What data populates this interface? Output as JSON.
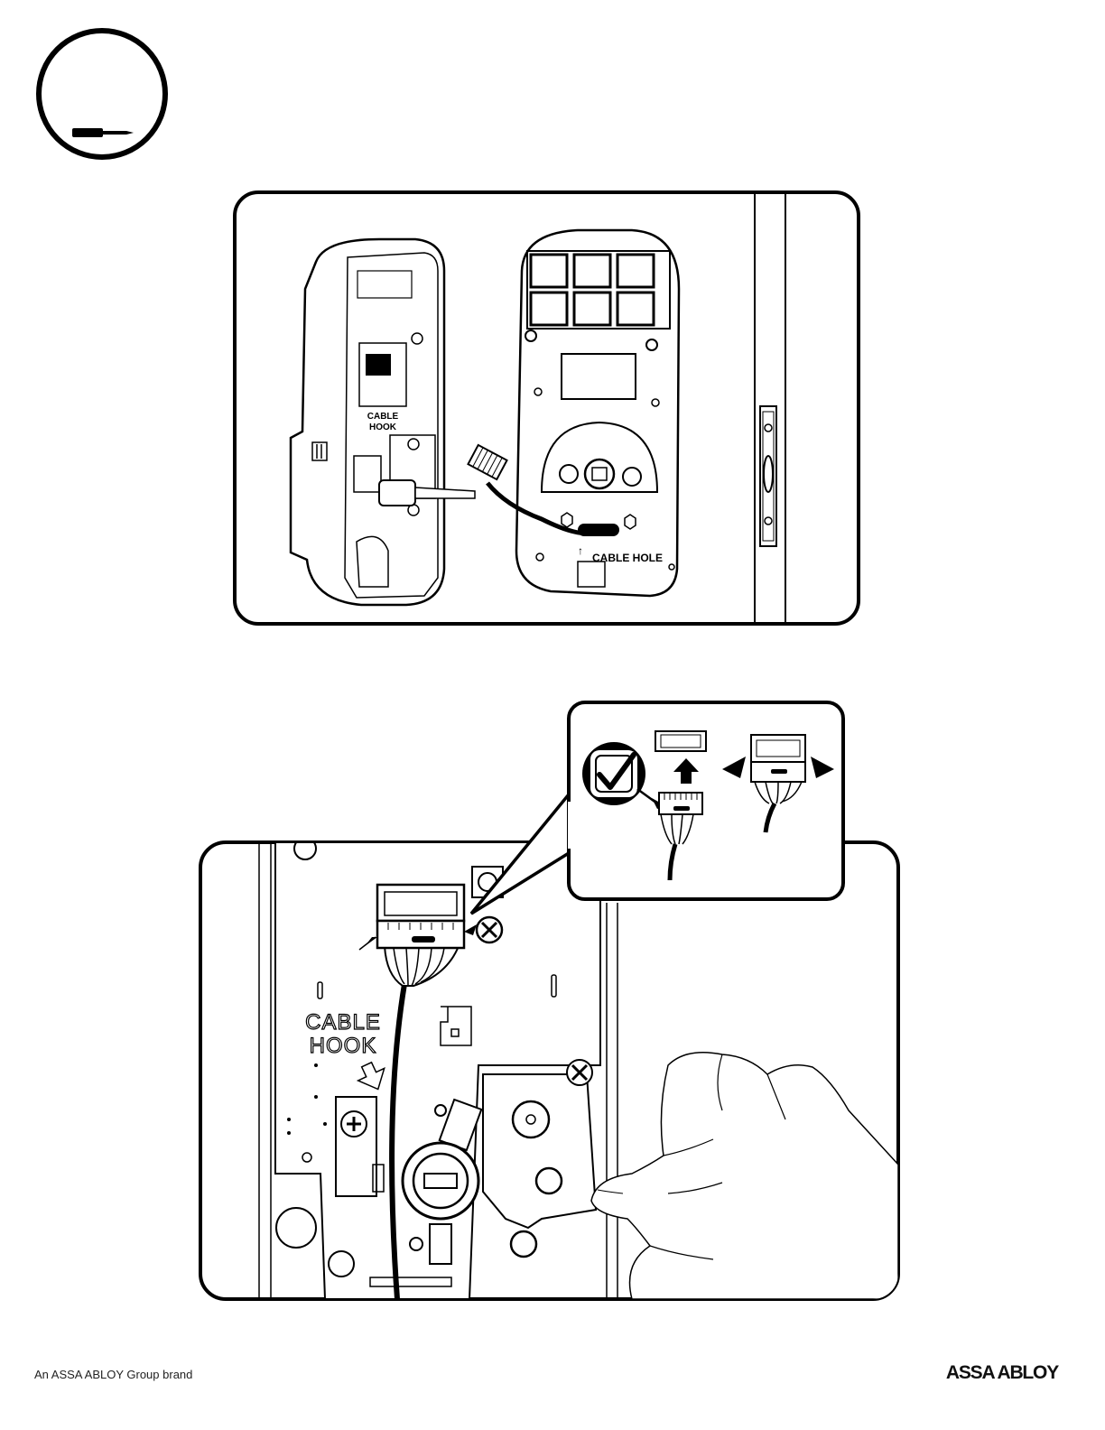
{
  "page": {
    "tool": "screwdriver-icon",
    "panel1": {
      "cable_hook_line1": "CABLE",
      "cable_hook_line2": "HOOK",
      "cable_hole": "CABLE HOLE"
    },
    "panel2": {
      "cable_hook_line1": "CABLE",
      "cable_hook_line2": "HOOK",
      "check_icon": "checkmark-icon"
    }
  },
  "footer": {
    "brand_note": "An ASSA ABLOY Group brand",
    "logo": "ASSA ABLOY"
  }
}
